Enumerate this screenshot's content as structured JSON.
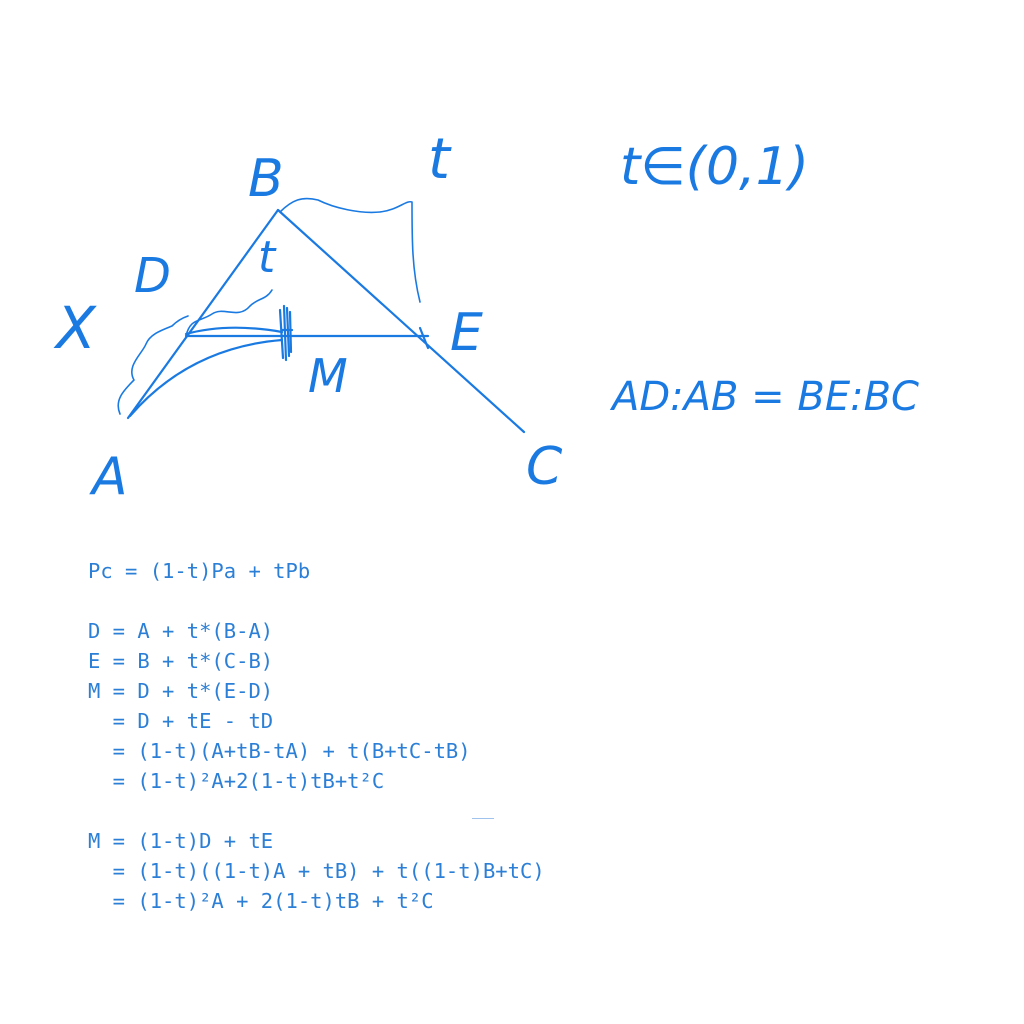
{
  "diagram": {
    "accent_color": "#1a7ae2",
    "labels": {
      "A": "A",
      "B": "B",
      "C": "C",
      "D": "D",
      "E": "E",
      "M": "M",
      "X": "X",
      "t_top": "t",
      "t_inner": "t"
    },
    "annotations": {
      "parameter_range": "t∈(0,1)",
      "ratio": "AD:AB = BE:BC"
    }
  },
  "formulas": {
    "lines": [
      "Pc = (1-t)Pa + tPb",
      "",
      "D = A + t*(B-A)",
      "E = B + t*(C-B)",
      "M = D + t*(E-D)",
      "  = D + tE - tD",
      "  = (1-t)(A+tB-tA) + t(B+tC-tB)",
      "  = (1-t)²A+2(1-t)tB+t²C",
      "",
      "M = (1-t)D + tE",
      "  = (1-t)((1-t)A + tB) + t((1-t)B+tC)",
      "  = (1-t)²A + 2(1-t)tB + t²C"
    ]
  }
}
